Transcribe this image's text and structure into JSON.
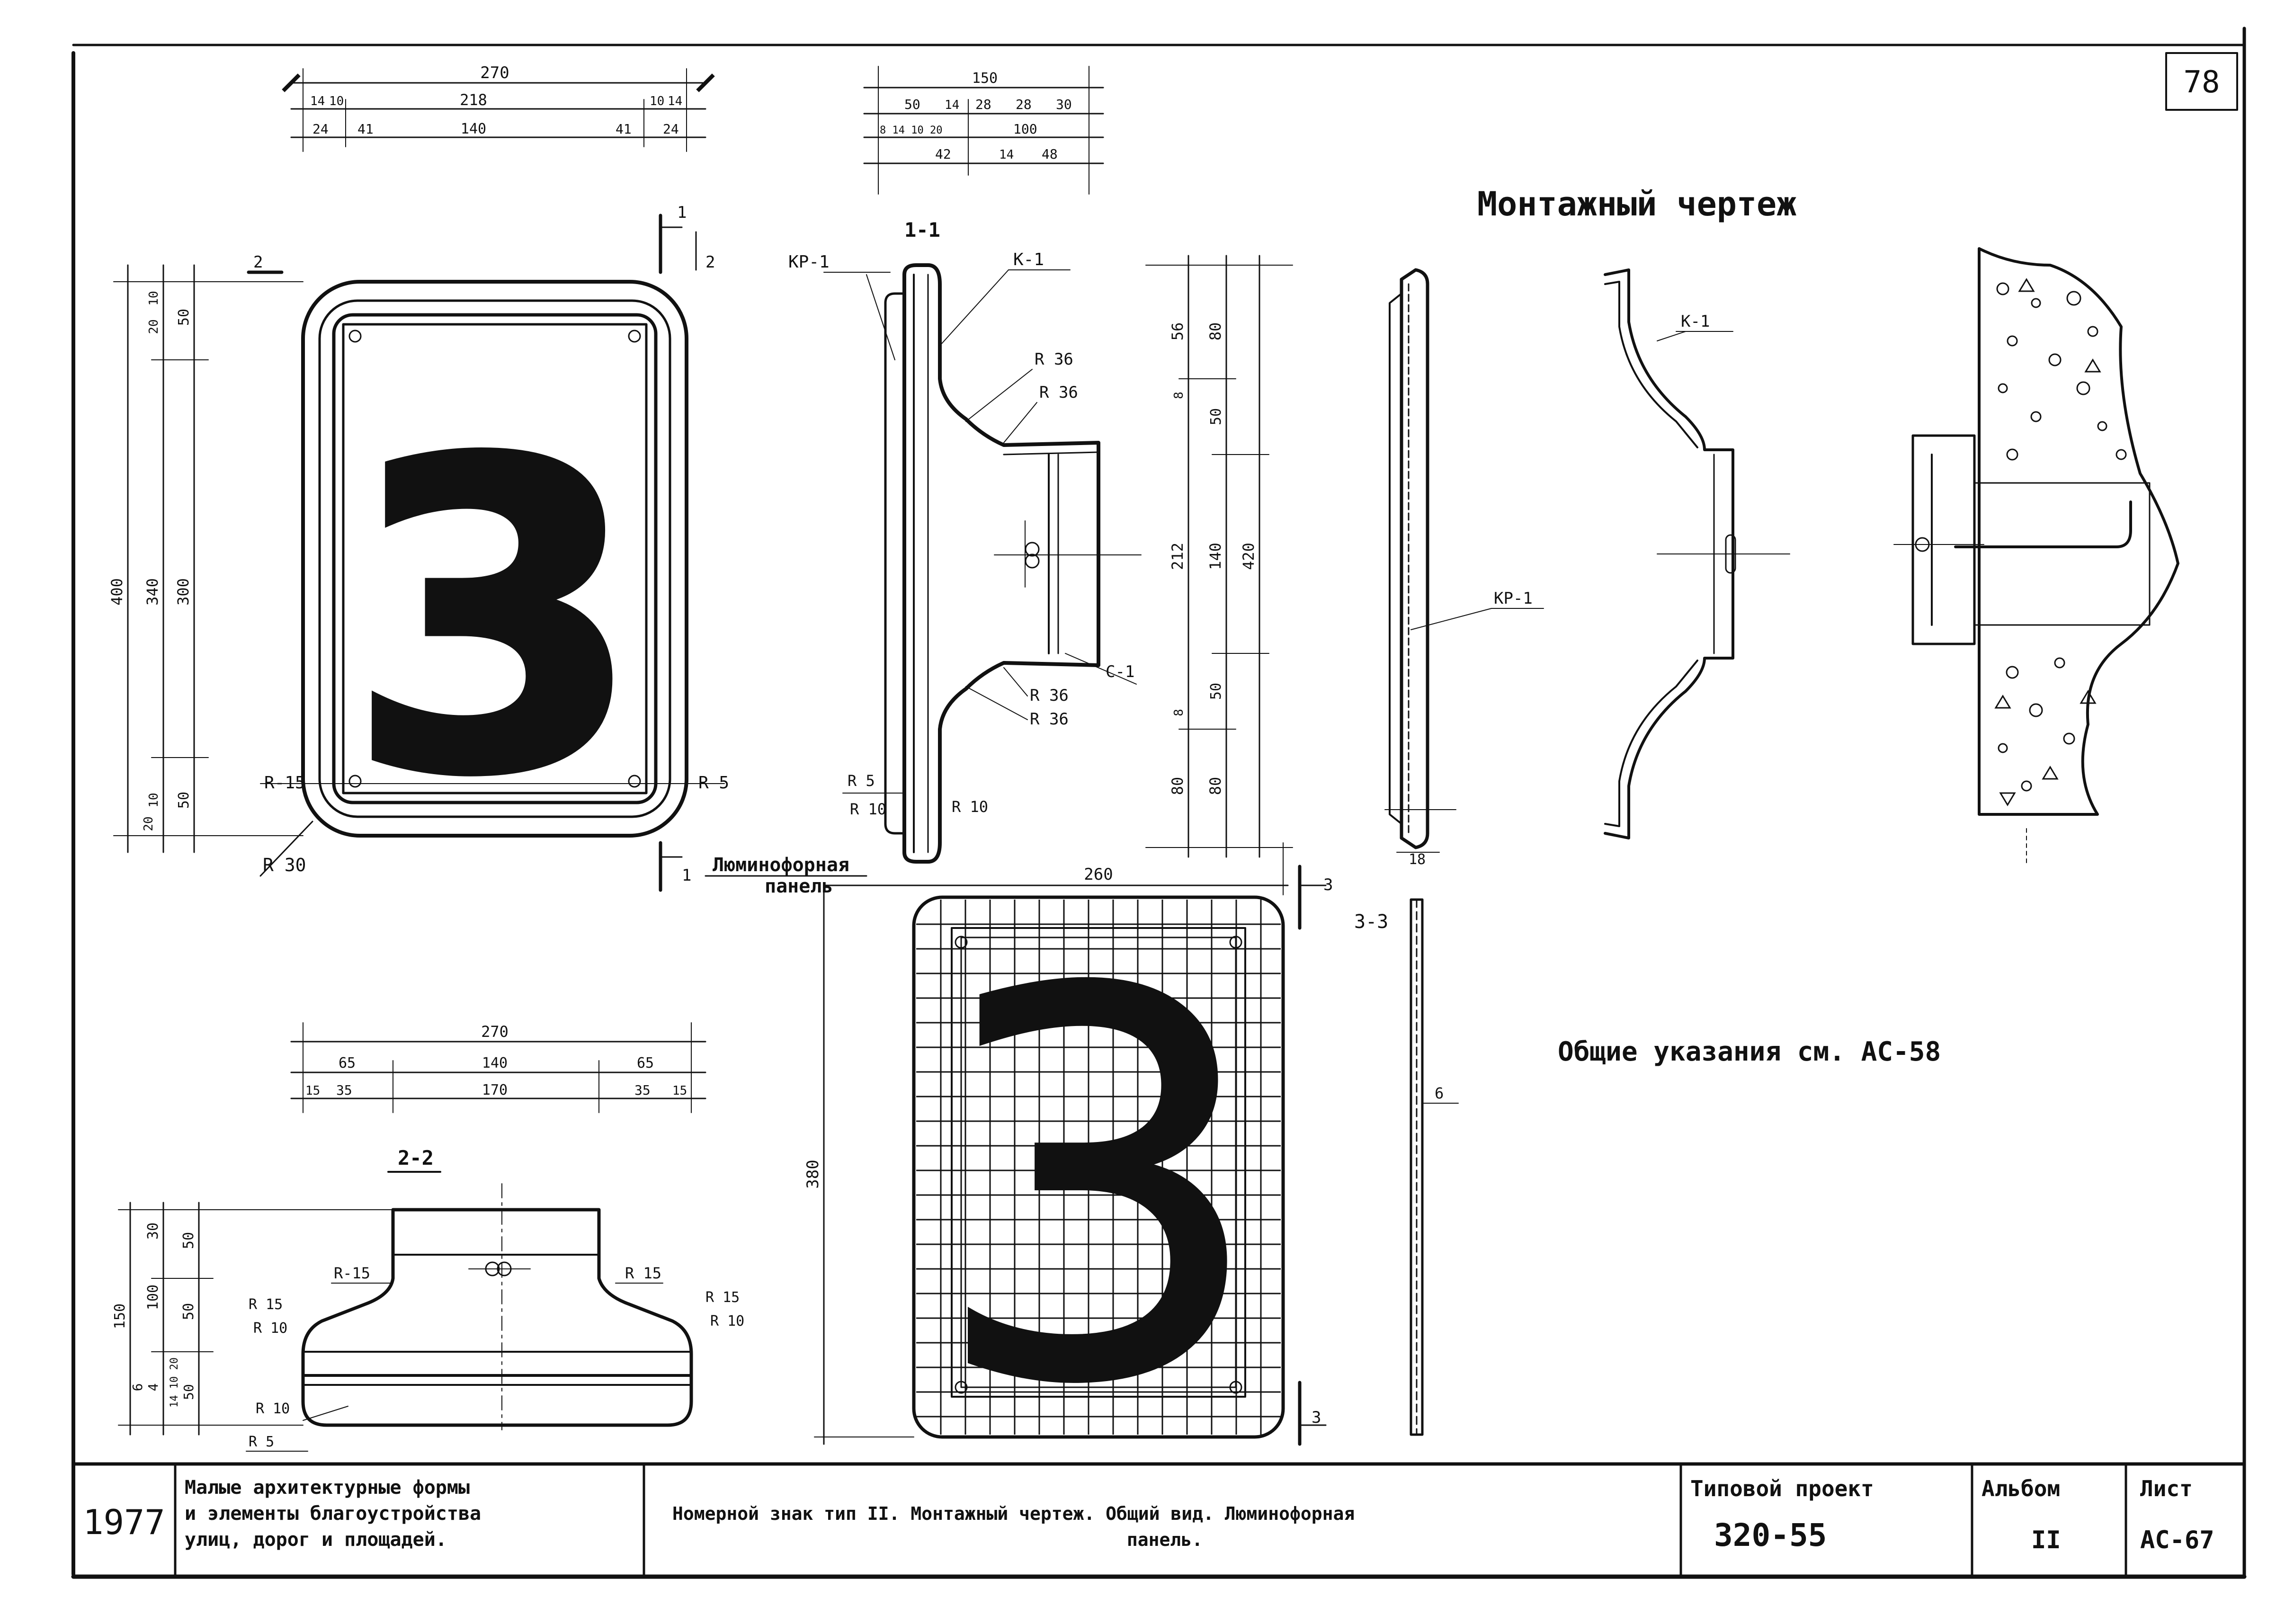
{
  "sheet": {
    "corner_number": "78",
    "title_main": "Монтажный чертеж",
    "notes": "Общие указания см. АС-58",
    "luminophore_label_1": "Люминофорная",
    "luminophore_label_2": "панель"
  },
  "sections": {
    "s11": "1-1",
    "s22": "2-2",
    "s33": "3-3",
    "cut1a": "1",
    "cut1b": "1",
    "cut2a": "2",
    "cut2b": "2",
    "cut3a": "3",
    "cut3b": "3"
  },
  "front_view": {
    "digit": "3",
    "dims_top": {
      "total": "270",
      "inner": "218",
      "left_a": "14",
      "left_b": "10",
      "right_a": "10",
      "right_b": "14",
      "d24a": "24",
      "d41a": "41",
      "d140": "140",
      "d41b": "41",
      "d24b": "24"
    },
    "dims_left": {
      "h400": "400",
      "h340": "340",
      "h300": "300",
      "t10": "10",
      "t20": "20",
      "t50": "50",
      "b20": "20",
      "b10": "10",
      "b50": "50"
    },
    "r15": "R-15",
    "r5": "R 5",
    "r30": "R 30"
  },
  "section_11": {
    "kr1": "КР-1",
    "k1": "К-1",
    "c1": "С-1",
    "r36a": "R 36",
    "r36b": "R 36",
    "r36c": "R 36",
    "r36d": "R 36",
    "r5": "R 5",
    "r10a": "R 10",
    "r10b": "R 10",
    "dims_top": {
      "total": "150",
      "d50": "50",
      "d14": "14",
      "d28a": "28",
      "d28b": "28",
      "d30": "30",
      "d100": "100",
      "small": "8 14 10 20",
      "d42": "42",
      "d14b": "14",
      "d48": "48"
    },
    "dims_right": {
      "d420": "420",
      "d56": "56",
      "d80a": "80",
      "d8a": "8",
      "d50a": "50",
      "d212": "212",
      "d140": "140",
      "d8b": "8",
      "d50b": "50",
      "d80b": "80",
      "d80c": "80"
    }
  },
  "mount": {
    "k1": "К-1",
    "kr1": "КР-1",
    "d18": "18"
  },
  "section_22": {
    "dims_top": {
      "total": "270",
      "d65a": "65",
      "d140": "140",
      "d65b": "65",
      "d15a": "15",
      "d35a": "35",
      "d170": "170",
      "d35b": "35",
      "d15b": "15"
    },
    "dims_left": {
      "d150": "150",
      "d30": "30",
      "d100": "100",
      "d50a": "50",
      "d50b": "50",
      "d6": "6",
      "d4": "4",
      "small": "14 10 20",
      "d50c": "50"
    },
    "r15a": "R-15",
    "r15b": "R 15",
    "r15c": "R 15",
    "r15d": "R 15",
    "r10a": "R 10",
    "r10b": "R 10",
    "r10c": "R 10",
    "r5": "R 5"
  },
  "panel": {
    "digit": "3",
    "width": "260",
    "height": "380",
    "thickness": "6"
  },
  "title_block": {
    "year": "1977",
    "org_1": "Малые архитектурные формы",
    "org_2": "и элементы благоустройства",
    "org_3": "улиц, дорог и площадей.",
    "desc_1": "Номерной знак тип II. Монтажный чертеж. Общий вид. Люминофорная",
    "desc_2": "панель.",
    "project_label": "Типовой проект",
    "project_code": "320-55",
    "album_label": "Альбом",
    "album_value": "II",
    "sheet_label": "Лист",
    "sheet_value": "АС-67"
  }
}
